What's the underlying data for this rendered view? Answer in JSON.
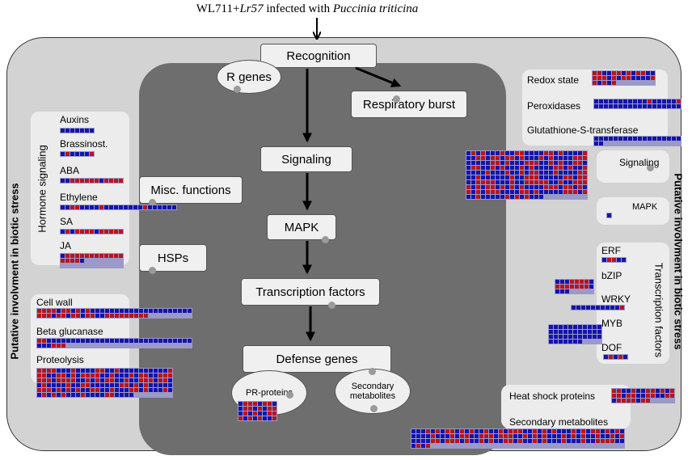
{
  "title": {
    "prefix": "WL711+",
    "gene": "Lr57",
    "middle": " infected with ",
    "pathogen": "Puccinia triticina"
  },
  "side_label_left": "Putative involvment in biotic stress",
  "side_label_right": "Putative involvment in biotic stress",
  "center": {
    "recognition": "Recognition",
    "r_genes": "R genes",
    "respiratory_burst": "Respiratory burst",
    "signaling": "Signaling",
    "mapk": "MAPK",
    "transcription_factors": "Transcription factors",
    "defense_genes": "Defense genes",
    "pr_proteins": "PR-proteins",
    "secondary_metabolites": "Secondary metabolites"
  },
  "left": {
    "hormone_signaling": "Hormone signaling",
    "auxins": "Auxins",
    "brassinost": "Brassinost.",
    "aba": "ABA",
    "ethylene": "Ethylene",
    "sa": "SA",
    "ja": "JA",
    "misc_functions": "Misc. functions",
    "hsps": "HSPs",
    "cell_wall": "Cell wall",
    "beta_glucanase": "Beta glucanase",
    "proteolysis": "Proteolysis"
  },
  "right": {
    "redox_state": "Redox state",
    "peroxidases": "Peroxidases",
    "gst": "Glutathione-S-transferase",
    "signaling": "Signaling",
    "mapk": "MAPK",
    "transcription_factors": "Transcription factors",
    "erf": "ERF",
    "bzip": "bZIP",
    "wrky": "WRKY",
    "myb": "MYB",
    "dof": "DOF",
    "heat_shock_proteins": "Heat shock proteins",
    "secondary_metabolites": "Secondary metabolites"
  },
  "colors": {
    "up": "#b8141e",
    "down": "#1414aa",
    "outer": "#d3d3d3",
    "inner": "#6e6e6e"
  },
  "heatmaps": [
    {
      "name": "auxins-heatmap",
      "cols": 7,
      "pattern": "1111111"
    },
    {
      "name": "brassinost-heatmap",
      "cols": 7,
      "pattern": "1211112"
    },
    {
      "name": "aba-heatmap",
      "cols": 13,
      "pattern": "1122222212222"
    },
    {
      "name": "ethylene-heatmap",
      "cols": 24,
      "pattern": "112211112111111112111111"
    },
    {
      "name": "sa-heatmap",
      "cols": 13,
      "pattern": "1212222122222"
    },
    {
      "name": "ja-heatmap",
      "cols": 13,
      "pattern": "122222222222222221000000000"
    },
    {
      "name": "cell-wall-heatmap",
      "cols": 32,
      "pattern": "2222122121211111111111111111111122212212212211222222222"
    },
    {
      "name": "beta-glucanase-heatmap",
      "cols": 32,
      "pattern": "22111111111111111111111111111111111222"
    },
    {
      "name": "proteolysis-heatmap",
      "cols": 28,
      "pattern": "2222111211112211211111111112221122121222211211121221122222212222112121221121122212211211112112211111122121211111222121212112211211122121112112121211121111221111"
    },
    {
      "name": "pr-proteins-heatmap",
      "cols": 8,
      "pattern": "12221221122121221212112221212112"
    },
    {
      "name": "redox-heatmap",
      "cols": 13,
      "pattern": "2211221212211222121221111221212"
    },
    {
      "name": "peroxidases-heatmap",
      "cols": 18,
      "pattern": "111111111112111112111111111111111111"
    },
    {
      "name": "gst-heatmap",
      "cols": 18,
      "pattern": "11111111111111111111"
    },
    {
      "name": "signaling-heatmap",
      "cols": 25,
      "pattern": "1212111211221111221211112112212212212111212111122211111221211122211212112211221121211121211112212112111121112112122111211112211211111121122211111221221122221112112222211211222212122121212111122212212121212221111221211111222121121111121212111"
    },
    {
      "name": "mapk-heatmap",
      "cols": 1,
      "pattern": "1"
    },
    {
      "name": "erf-heatmap",
      "cols": 5,
      "pattern": "12211"
    },
    {
      "name": "bzip-heatmap",
      "cols": 8,
      "pattern": "1112222122222221111"
    },
    {
      "name": "wrky-heatmap",
      "cols": 11,
      "pattern": "11111111112"
    },
    {
      "name": "myb-heatmap",
      "cols": 11,
      "pattern": "1111111111111111111111111111111111111111"
    },
    {
      "name": "dof-heatmap",
      "cols": 5,
      "pattern": "12121"
    },
    {
      "name": "hsp-heatmap",
      "cols": 13,
      "pattern": "2211211221212221221122112212222122"
    },
    {
      "name": "secondary-metabolites-heatmap",
      "cols": 44,
      "pattern": "1112121221212112112122211212121112121221212111112111212211222122211212121112121211211212111122122212112121122121121211121112112222111212"
    }
  ]
}
